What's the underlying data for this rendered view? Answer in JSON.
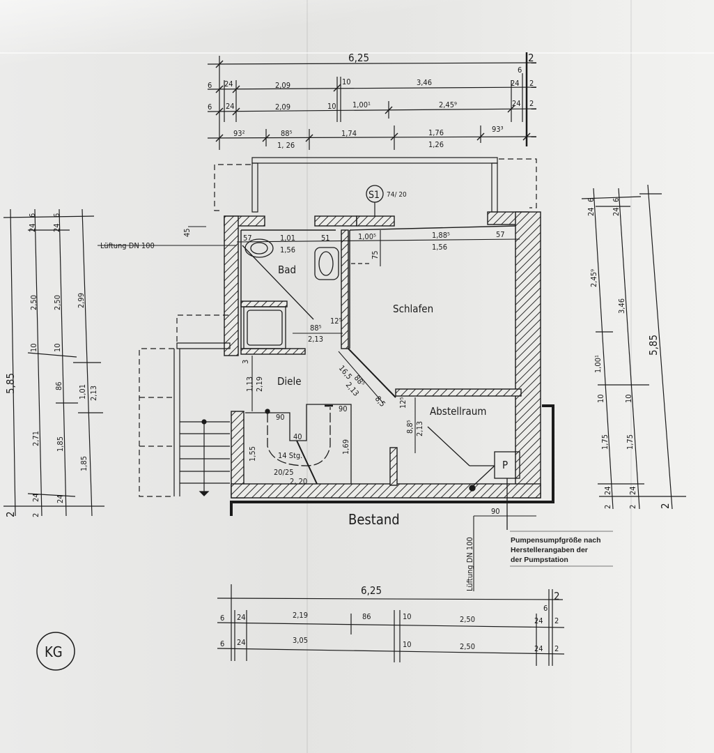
{
  "drawing": {
    "floor_label": "KG",
    "existing_label": "Bestand",
    "section_marker": {
      "label": "S1",
      "value": "74/ 20"
    },
    "ventilation_left": "Lüftung DN 100",
    "ventilation_bottom": "Lüftung DN 100",
    "pump_symbol": "P",
    "pump_note": [
      "Pumpensumpfgröße nach",
      "Herstellerangaben der",
      "der Pumpstation"
    ]
  },
  "rooms": {
    "bad": "Bad",
    "schlafen": "Schlafen",
    "diele": "Diele",
    "abstellraum": "Abstellraum"
  },
  "stairs": {
    "steps": "14 Stg.",
    "ratio": "20/25",
    "length": "2, 20"
  },
  "top_dimensions": {
    "total": "6,25",
    "row1": [
      "6",
      "24",
      "2,09",
      "10",
      "3,46",
      "24",
      "6",
      "2"
    ],
    "row2": [
      "6",
      "24",
      "2,09",
      "10",
      "1,00¹",
      "2,45⁹",
      "24",
      "2"
    ],
    "row3": [
      "93²",
      "88⁵",
      "1, 26",
      "1,74",
      "1,76",
      "1,26",
      "93³"
    ],
    "right_end": "2"
  },
  "bottom_dimensions": {
    "total": "6,25",
    "row1": [
      "6",
      "24",
      "2,19",
      "86",
      "10",
      "2,50",
      "24",
      "2"
    ],
    "row2": [
      "6",
      "24",
      "3,05",
      "10",
      "2,50",
      "24",
      "2"
    ],
    "right_end": "2",
    "small": "6"
  },
  "left_dimensions": {
    "total": "5,85",
    "col1": [
      "2",
      "24",
      "2,71",
      "10",
      "2,50",
      "24",
      "6"
    ],
    "col2": [
      "2",
      "24",
      "1,85",
      "86",
      "10",
      "2,50",
      "24",
      "6"
    ],
    "col3": [
      "1,85",
      "1,01",
      "2,13",
      "2,99"
    ],
    "end": "2"
  },
  "right_dimensions": {
    "total": "5,85",
    "col1": [
      "2",
      "24",
      "1,75",
      "10",
      "1,00¹",
      "2,45⁹",
      "24",
      "6"
    ],
    "col2": [
      "2",
      "24",
      "1,75",
      "10",
      "3,46",
      "24",
      "6"
    ],
    "end": "2"
  },
  "interior_dimensions": {
    "bad_57": "57",
    "bad_101": "1,01",
    "bad_156": "1,56",
    "bad_51": "51",
    "schl_1005": "1,00⁵",
    "schl_75": "75",
    "schl_1885": "1,88⁵",
    "schl_156": "1,56",
    "schl_57": "57",
    "vent_45": "45",
    "door_885": "88⁵",
    "door_213": "2,13",
    "door_125": "12⁵",
    "diag_165": "16,5",
    "diag_885": "88⁵",
    "diag_213": "2,13",
    "diag_85": "8,5",
    "diele_3": "3",
    "diele_113": "1,13",
    "diele_219": "2,19",
    "stair_90a": "90",
    "stair_90b": "90",
    "stair_40": "40",
    "stair_155": "1,55",
    "stair_169": "1,69",
    "abst_125": "12⁵",
    "abst_885": "8,8⁵",
    "abst_213": "2,13",
    "pump_90": "90"
  },
  "colors": {
    "ink": "#1b1b1b",
    "paper": "#e6e6e4",
    "hatch": "#2a2a2a"
  }
}
